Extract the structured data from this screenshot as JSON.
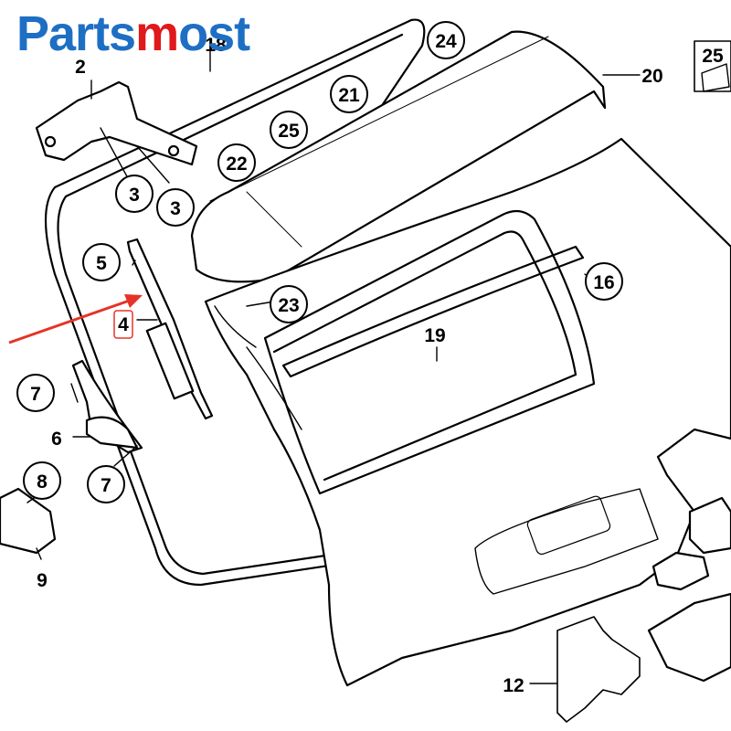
{
  "logo": {
    "part1": "Parts",
    "part2": "m",
    "part3": "ost"
  },
  "colors": {
    "logo_blue": "#1e6fc4",
    "logo_red": "#e0191b",
    "arrow_red": "#e53327",
    "line": "#000000"
  },
  "circled_numbers": {
    "c24": "24",
    "c21": "21",
    "c25": "25",
    "c22": "22",
    "c3a": "3",
    "c3b": "3",
    "c5": "5",
    "c23": "23",
    "c16": "16",
    "c7a": "7",
    "c7b": "7",
    "c8": "8"
  },
  "plain_numbers": {
    "n18": "18",
    "n2": "2",
    "n20": "20",
    "n25box": "25",
    "n4": "4",
    "n19": "19",
    "n6": "6",
    "n9": "9",
    "n12": "12"
  }
}
